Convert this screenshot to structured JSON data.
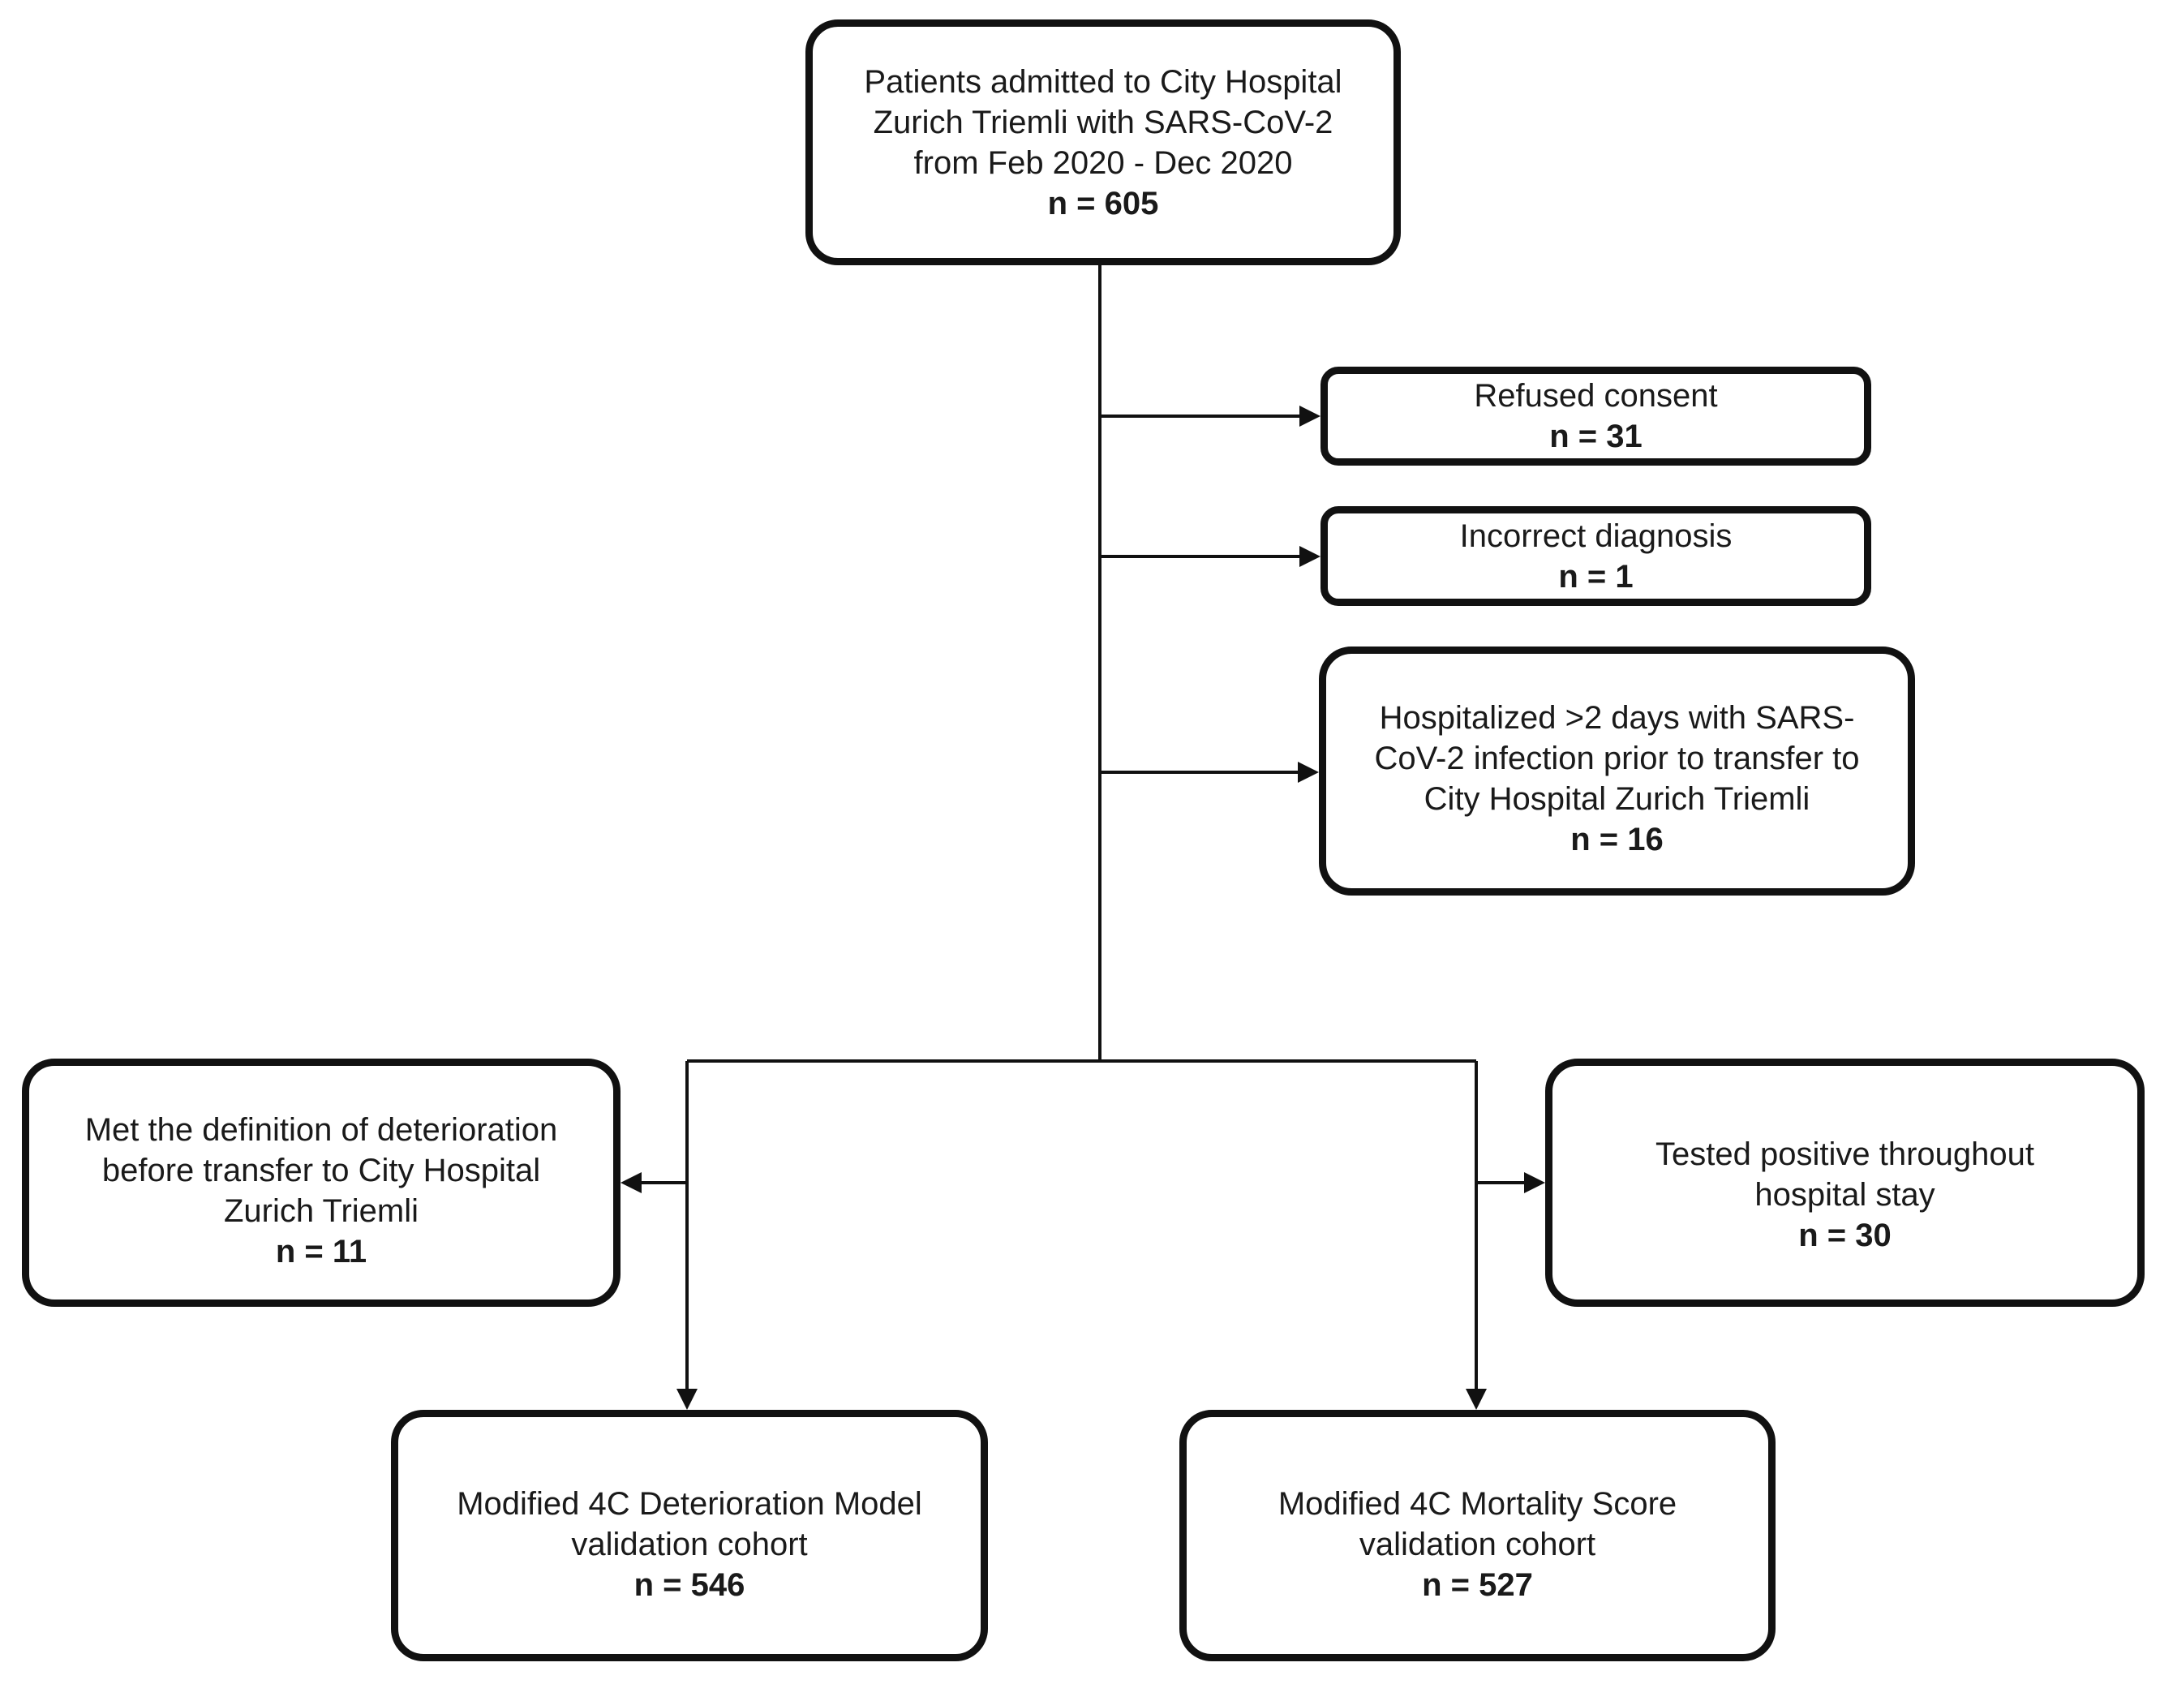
{
  "nodes": {
    "start": {
      "lines": [
        "Patients admitted to City Hospital",
        "Zurich Triemli with SARS-CoV-2",
        "from Feb 2020 - Dec 2020"
      ],
      "count": "n = 605"
    },
    "refused": {
      "lines": [
        "Refused consent"
      ],
      "count": "n = 31"
    },
    "incorrect": {
      "lines": [
        "Incorrect diagnosis"
      ],
      "count": "n = 1"
    },
    "hospitalized": {
      "lines": [
        "Hospitalized >2 days with SARS-",
        "CoV-2 infection prior to transfer to",
        "City Hospital Zurich Triemli"
      ],
      "count": "n = 16"
    },
    "deterioration": {
      "lines": [
        "Met the definition of deterioration",
        "before transfer to City Hospital",
        "Zurich Triemli"
      ],
      "count": "n = 11"
    },
    "positive": {
      "lines": [
        "Tested positive throughout",
        "hospital stay"
      ],
      "count": "n = 30"
    },
    "model": {
      "lines": [
        "Modified 4C Deterioration Model",
        "validation cohort"
      ],
      "count": "n = 546"
    },
    "score": {
      "lines": [
        "Modified 4C Mortality Score",
        "validation cohort"
      ],
      "count": "n = 527"
    }
  }
}
